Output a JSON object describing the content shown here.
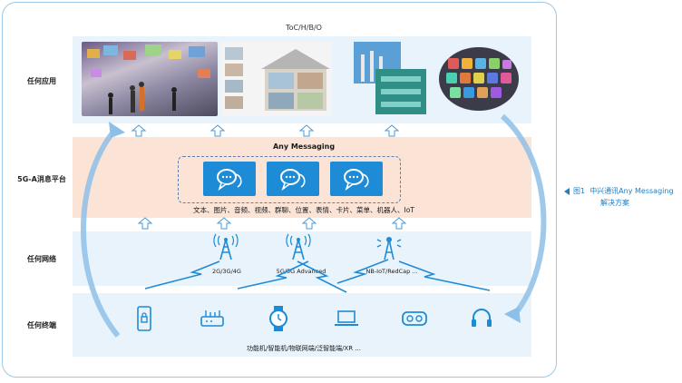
{
  "top_title": "ToC/H/B/O",
  "rows": {
    "app": "任何应用",
    "platform": "5G-A消息平台",
    "network": "任何网络",
    "terminal": "任何终端"
  },
  "platform": {
    "title": "Any Messaging",
    "content_types": "文本、图片、音频、视频、群聊、位置、表情、卡片、菜单、机器人、IoT"
  },
  "networks": [
    "2G/3G/4G",
    "5G/5G Advanced",
    "NB-IoT/RedCap ..."
  ],
  "terminals_text": "功能机/智能机/物联网端/泛智能端/XR ...",
  "terminal_icons": [
    "phone-lock-icon",
    "router-icon",
    "smartwatch-icon",
    "laptop-icon",
    "vr-headset-icon",
    "headphones-icon"
  ],
  "caption": {
    "fig": "图1",
    "line1": "中兴通讯Any Messaging",
    "line2": "解决方案"
  },
  "colors": {
    "accent": "#1e8bd6",
    "band_blue": "#e9f3fb",
    "band_peach": "#fbe3d6",
    "frame": "#9cc7e6"
  }
}
